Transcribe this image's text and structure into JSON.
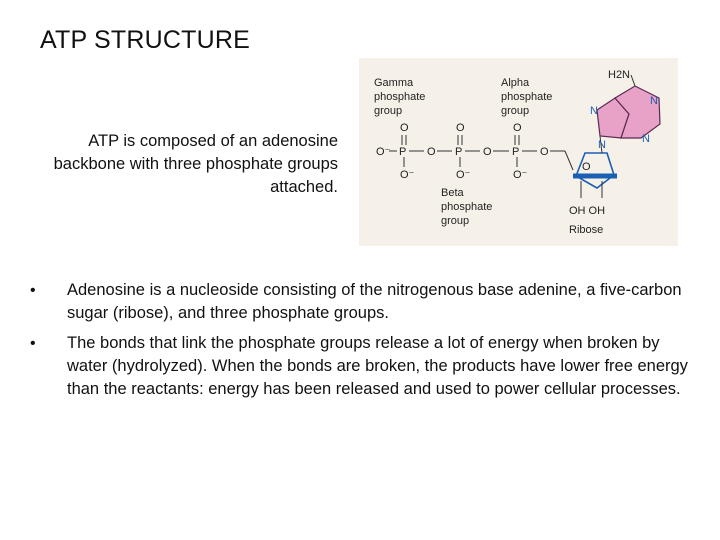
{
  "slide": {
    "title": "ATP STRUCTURE",
    "intro": "ATP is composed of an adenosine backbone with three phosphate groups attached."
  },
  "figure": {
    "gamma_label": [
      "Gamma",
      "phosphate",
      "group"
    ],
    "alpha_label": [
      "Alpha",
      "phosphate",
      "group"
    ],
    "beta_label": [
      "Beta",
      "phosphate",
      "group"
    ],
    "amine_label": "H2N",
    "ring_o_label": "O",
    "hydroxyl_label": "OH OH",
    "ribose_label": "Ribose",
    "nitrogen_label": "N",
    "oxygen_label": "O",
    "phosphorus_label": "P",
    "anion_label": "O⁻",
    "colors": {
      "adenine_fill": "#e8a2c8",
      "adenine_stroke": "#5a2a50",
      "ribose_stroke": "#1a5fb4",
      "ring_n": "#1a5fb4",
      "background": "#f6f1e8"
    }
  },
  "bullets": [
    "Adenosine is a nucleoside consisting of the nitrogenous base adenine, a five-carbon sugar (ribose), and three phosphate groups.",
    "The bonds that link the phosphate groups release a lot of energy when broken by water (hydrolyzed). When the bonds are broken, the products have lower free energy than the reactants: energy has been released and used to power cellular processes."
  ],
  "bullet_marker": "•"
}
